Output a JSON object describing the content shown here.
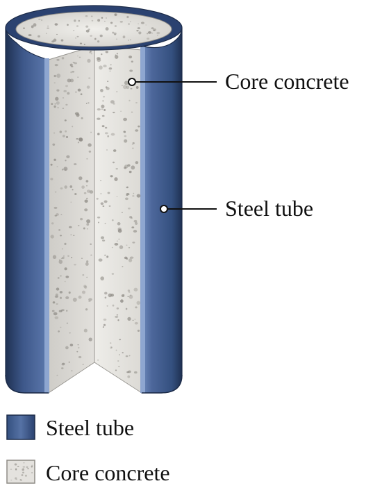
{
  "diagram": {
    "callouts": [
      {
        "id": "core",
        "label": "Core concrete"
      },
      {
        "id": "steel",
        "label": "Steel tube"
      }
    ]
  },
  "legend": {
    "items": [
      {
        "id": "steel",
        "label": "Steel tube"
      },
      {
        "id": "core",
        "label": "Core concrete"
      }
    ]
  },
  "colors": {
    "steel_dark": "#2a3f66",
    "steel_mid": "#4a6496",
    "steel_light": "#6f8bbd",
    "concrete_light": "#ecebe7",
    "concrete_mid": "#d6d4cf",
    "concrete_dark": "#b9b7b1",
    "speckle": "#8f8c86",
    "leader": "#111111"
  }
}
